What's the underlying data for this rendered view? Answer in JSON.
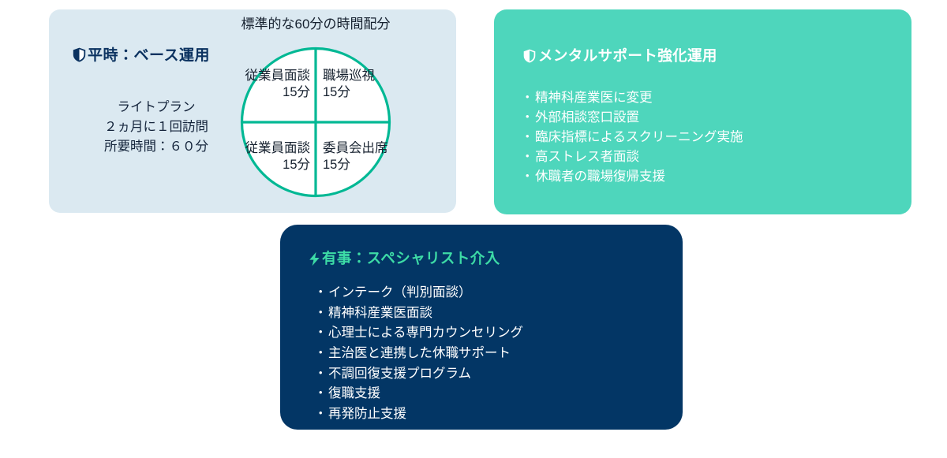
{
  "base_panel": {
    "heading": "平時：ベース運用",
    "heading_icon": "shield-icon",
    "plan_lines": {
      "name": "ライトプラン",
      "frequency": "２ヵ月に１回訪問",
      "duration": "所要時間：６０分"
    },
    "colors": {
      "background": "#dbe9f1",
      "heading_text": "#0b3260",
      "body_text": "#13233a"
    }
  },
  "chart_data": {
    "type": "pie",
    "title": "標準的な60分の時間配分",
    "total_minutes": 60,
    "unit": "分",
    "stroke_color": "#00b894",
    "fill_color": "#ffffff",
    "labels": [
      "従業員面談",
      "職場巡視",
      "従業員面談",
      "委員会出席"
    ],
    "values": [
      15,
      15,
      15,
      15
    ],
    "slices": [
      {
        "quadrant": "top-left",
        "label": "従業員面談",
        "value_text": "15分",
        "value": 15
      },
      {
        "quadrant": "top-right",
        "label": "職場巡視",
        "value_text": "15分",
        "value": 15
      },
      {
        "quadrant": "bottom-left",
        "label": "従業員面談",
        "value_text": "15分",
        "value": 15
      },
      {
        "quadrant": "bottom-right",
        "label": "委員会出席",
        "value_text": "15分",
        "value": 15
      }
    ],
    "legend": "none",
    "grid": false
  },
  "mental_panel": {
    "heading": "メンタルサポート強化運用",
    "heading_icon": "shield-icon",
    "items": [
      "精神科産業医に変更",
      "外部相談窓口設置",
      "臨床指標によるスクリーニング実施",
      "高ストレス者面談",
      "休職者の職場復帰支援"
    ],
    "colors": {
      "background": "#4ed6bc",
      "text": "#ffffff"
    }
  },
  "emergency_panel": {
    "heading": "有事：スペシャリスト介入",
    "heading_icon": "lightning-bolt-icon",
    "items": [
      "インテーク（判別面談）",
      "精神科産業医面談",
      "心理士による専門カウンセリング",
      "主治医と連携した休職サポート",
      "不調回復支援プログラム",
      "復職支援",
      "再発防止支援"
    ],
    "colors": {
      "background": "#033665",
      "heading_text": "#3ddba6",
      "text": "#ffffff"
    }
  }
}
